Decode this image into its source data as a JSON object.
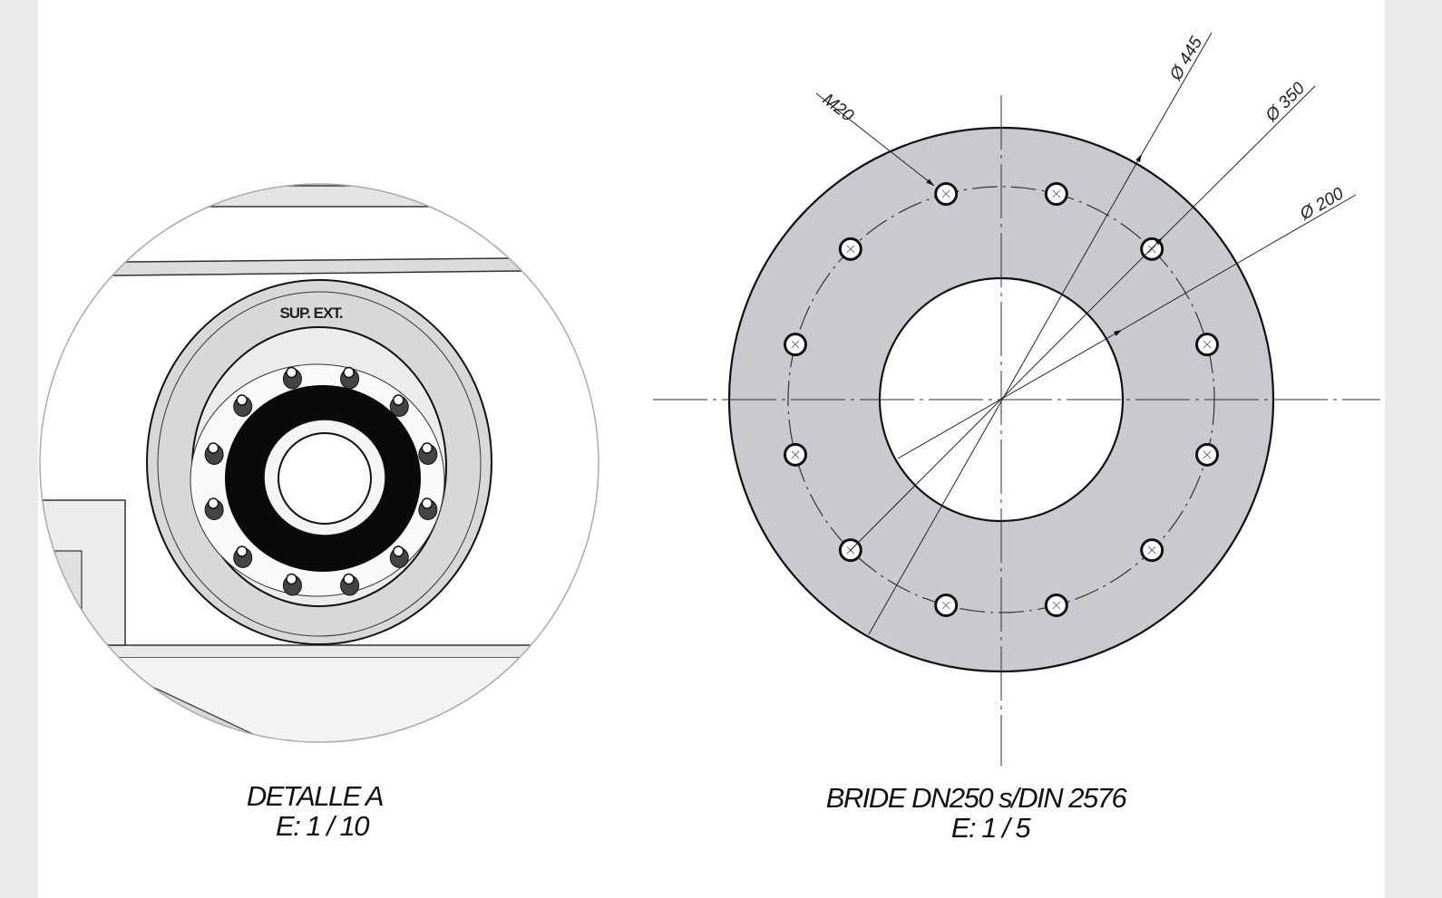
{
  "detail": {
    "label": "SUP. EXT.",
    "caption_title": "DETALLE A",
    "caption_scale": "E: 1 / 10",
    "bolt_count": 12
  },
  "flange": {
    "caption_title": "BRIDE DN250 s/DIN 2576",
    "caption_scale": "E: 1 / 5",
    "bolt_count": 12,
    "dims": {
      "thread": "M20",
      "outer_diameter": "Ø 445",
      "bolt_circle": "Ø 350",
      "inner_diameter": "Ø 200"
    },
    "fill_color": "#c9cacf"
  }
}
